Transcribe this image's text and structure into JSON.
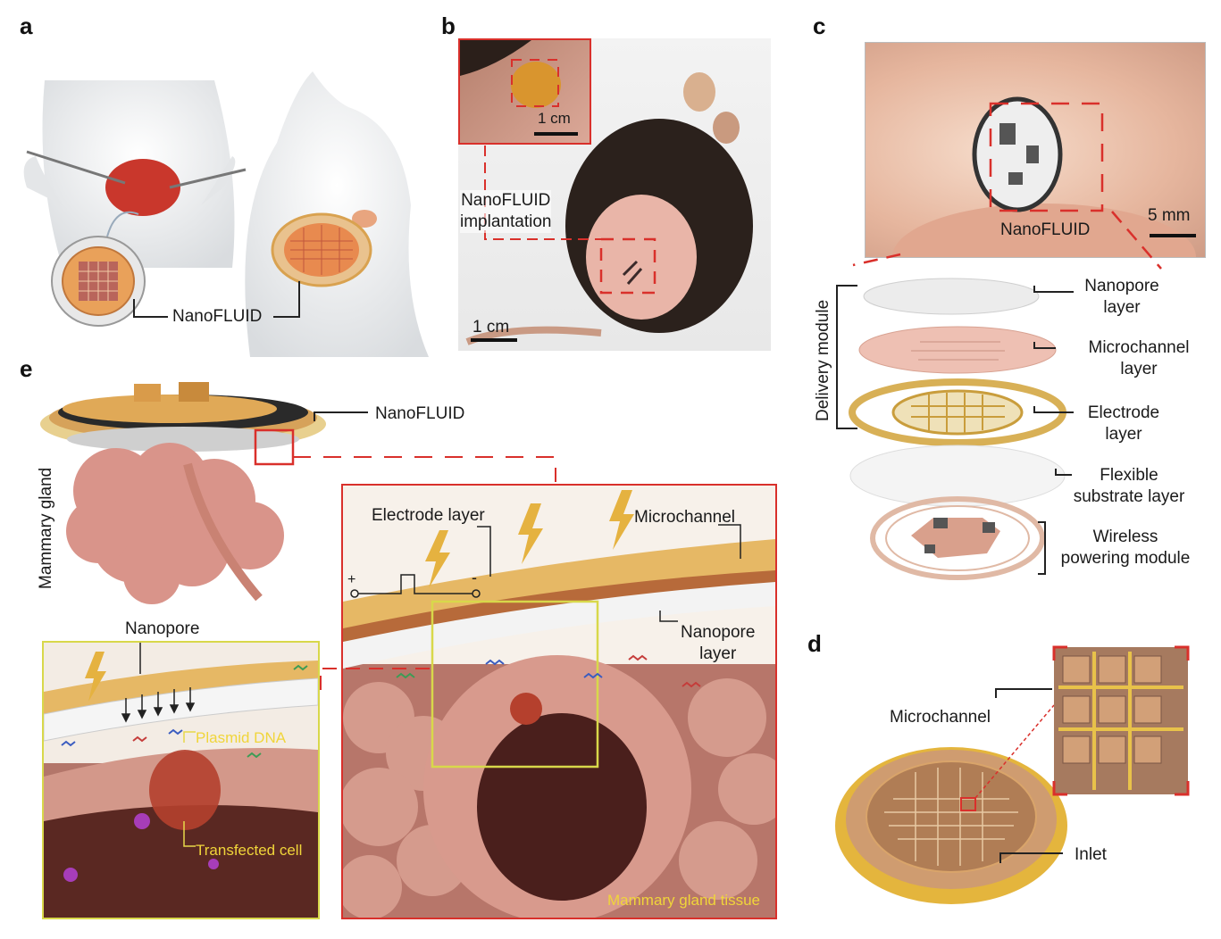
{
  "panels": {
    "a": "a",
    "b": "b",
    "c": "c",
    "d": "d",
    "e": "e"
  },
  "panel_a": {
    "device_label": "NanoFLUID"
  },
  "panel_b": {
    "inset_scale": "1 cm",
    "callout": [
      "NanoFLUID",
      "implantation"
    ],
    "scale": "1 cm"
  },
  "panel_c": {
    "device_label": "NanoFLUID",
    "scale": "5 mm",
    "group_label": "Delivery module",
    "layers": [
      {
        "line1": "Nanopore",
        "line2": "layer"
      },
      {
        "line1": "Microchannel",
        "line2": "layer"
      },
      {
        "line1": "Electrode",
        "line2": "layer"
      },
      {
        "line1": "Flexible",
        "line2": "substrate layer"
      },
      {
        "line1": "Wireless",
        "line2": "powering module"
      }
    ]
  },
  "panel_d": {
    "microchannel": "Microchannel",
    "inlet": "Inlet"
  },
  "panel_e": {
    "device_label": "NanoFLUID",
    "tissue_label": "Mammary gland",
    "electrode_layer": "Electrode layer",
    "microchannel": "Microchannel",
    "plus": "+",
    "minus": "-",
    "nanopore_layer": [
      "Nanopore",
      "layer"
    ],
    "tissue_caption": "Mammary gland tissue",
    "nanopore": "Nanopore",
    "plasmid": "Plasmid DNA",
    "transfected": "Transfected cell"
  },
  "colors": {
    "red_frame": "#d9302b",
    "yellow_frame": "#d8d84a",
    "gold": "#d8a54a",
    "tissue": "#cf8e7e"
  }
}
